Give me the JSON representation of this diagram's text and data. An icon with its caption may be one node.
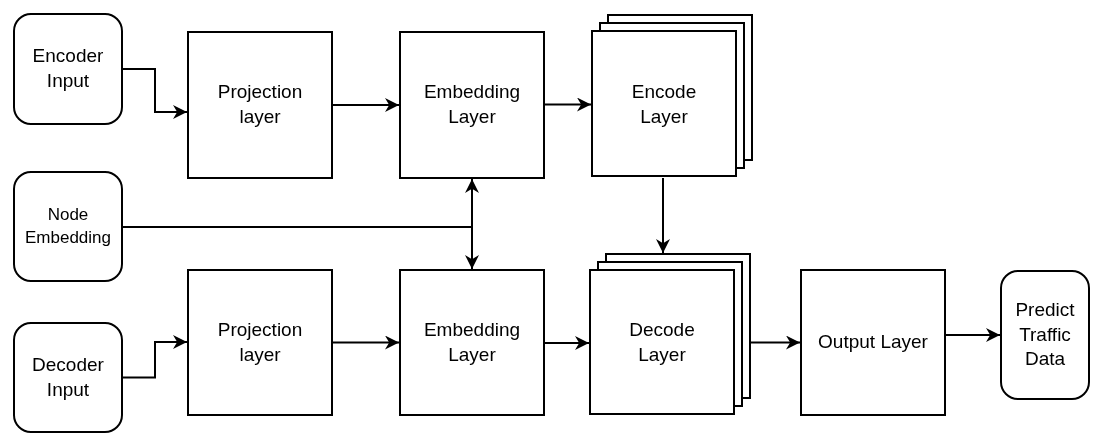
{
  "diagram": {
    "nodes": [
      {
        "text": [
          "Encoder Input"
        ]
      },
      {
        "text": [
          "Projection layer"
        ]
      },
      {
        "text": [
          "Embedding Layer"
        ]
      },
      {
        "text": [
          "Encode Layer"
        ]
      },
      {
        "text": [
          "Node Embedding"
        ]
      },
      {
        "text": [
          "Projection layer"
        ]
      },
      {
        "text": [
          "Embedding Layer"
        ]
      },
      {
        "text": [
          "Decode Layer"
        ]
      },
      {
        "text": [
          "Output Layer"
        ]
      },
      {
        "text": [
          "Predict Traffic Data"
        ]
      },
      {
        "text": [
          "Decoder Input"
        ]
      }
    ],
    "edges": [
      {
        "from": 0,
        "to": 1,
        "arrow": "to"
      },
      {
        "from": 1,
        "to": 2,
        "arrow": "to"
      },
      {
        "from": 2,
        "to": 3,
        "arrow": "to"
      },
      {
        "from": 4,
        "to": 2,
        "arrow": "to"
      },
      {
        "from": 4,
        "to": 6,
        "arrow": "to"
      },
      {
        "from": 3,
        "to": 7,
        "arrow": "to"
      },
      {
        "from": 10,
        "to": 5,
        "arrow": "to"
      },
      {
        "from": 5,
        "to": 6,
        "arrow": "to"
      },
      {
        "from": 6,
        "to": 7,
        "arrow": "to"
      },
      {
        "from": 7,
        "to": 8,
        "arrow": "to"
      },
      {
        "from": 8,
        "to": 9,
        "arrow": "to"
      }
    ]
  }
}
